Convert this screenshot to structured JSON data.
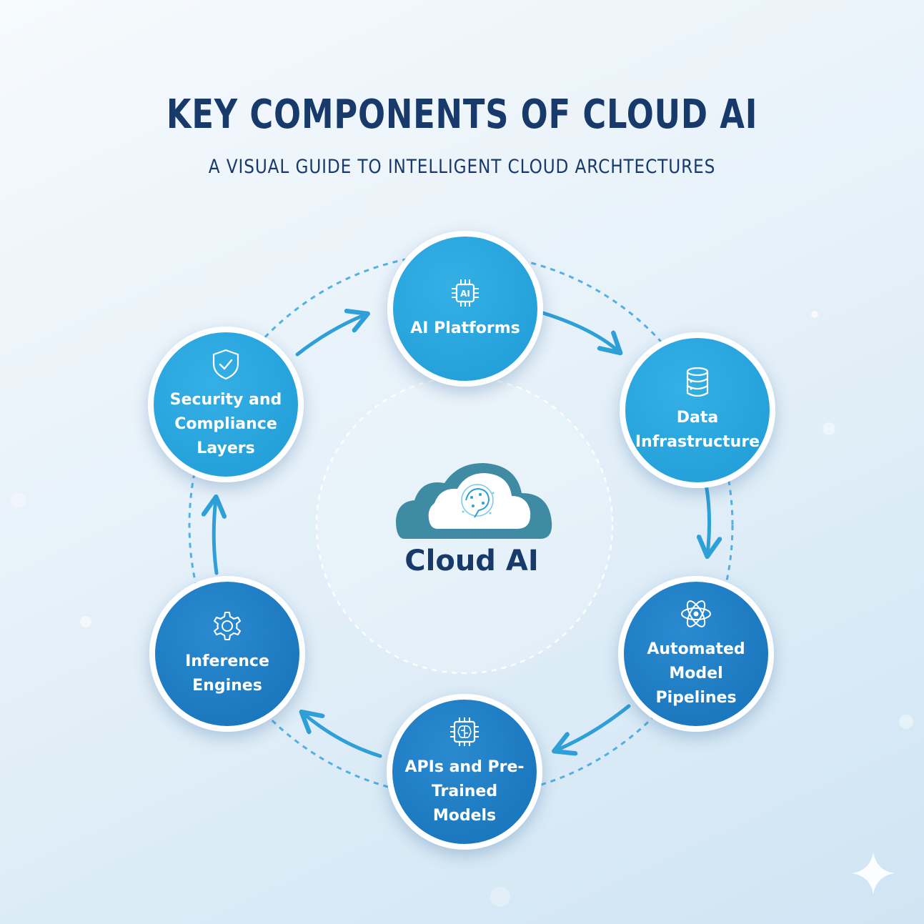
{
  "header": {
    "title": "KEY COMPONENTS OF CLOUD AI",
    "subtitle": "A VISUAL GUIDE TO INTELLIGENT CLOUD ARCHTECTURES"
  },
  "center": {
    "label": "Cloud AI",
    "icon": "cloud-brain-icon"
  },
  "nodes": [
    {
      "label": "AI Platforms",
      "icon": "ai-chip-icon"
    },
    {
      "label": "Data Infrastructure",
      "icon": "database-icon"
    },
    {
      "label": "Automated Model Pipelines",
      "icon": "atom-icon"
    },
    {
      "label": "APIs and Pre-Trained Models",
      "icon": "brain-chip-icon"
    },
    {
      "label": "Inference Engines",
      "icon": "gear-icon"
    },
    {
      "label": "Security and Compliance Layers",
      "icon": "shield-check-icon"
    }
  ],
  "icons": {
    "ai_chip_text": "AI"
  },
  "colors": {
    "title": "#173a6b",
    "node_light": "#1f9bd6",
    "node_dark": "#1671b8",
    "arrow": "#2f9fd8",
    "cloud_dark": "#3e8ba3"
  }
}
